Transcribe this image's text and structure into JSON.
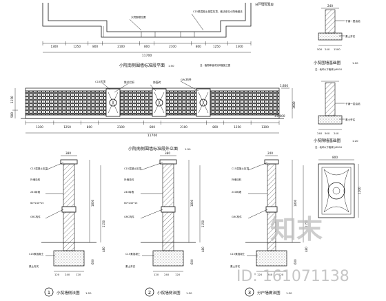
{
  "plan": {
    "title": "小院南侧围墙标准段平面",
    "scale": "1:50",
    "top_note": "分户墙标准段",
    "note_left": "大院围墙位置",
    "note_right": "C15素混凝土垫层压顶，做法参见小院墙做法",
    "note_bottom": "注：植物种植详见种植施工图",
    "dims": [
      "1300",
      "1250",
      "800",
      "2100",
      "800",
      "2100",
      "800",
      "1250",
      "1300"
    ],
    "total": "11700"
  },
  "elevation": {
    "title": "小院南侧围墙标准段外立面",
    "scale": "1:50",
    "dims": [
      "1300",
      "1250",
      "800",
      "2100",
      "800",
      "2100",
      "800",
      "1250",
      "1300"
    ],
    "total": "11700",
    "h_left": [
      "1150",
      "500"
    ],
    "level_top": "1.800",
    "level_bottom": "±0.000",
    "level_right": "1600",
    "labels": [
      "C15压顶",
      "铁艺栏杆",
      "饰面砖",
      "GRC构件"
    ]
  },
  "found_a": {
    "title": "小院围墙基础图",
    "scale": "1:20",
    "dims": [
      "240",
      "500",
      "240",
      "1500"
    ],
    "notes": [
      "干铺一层油毡",
      "素土夯实"
    ],
    "sub": "注：地坪以下墙体为MU10"
  },
  "found_b": {
    "title": "小院隔墙基础图",
    "scale": "1:20",
    "dims": [
      "240",
      "500",
      "240"
    ],
    "notes": [
      "干铺一层油毡",
      "素土夯实"
    ],
    "sub": "注：地坪以下墙体为MU10"
  },
  "sections": [
    {
      "num": "1",
      "title": "小院墙侧法图",
      "scale": "1:20",
      "top": "380",
      "base": [
        "120",
        "240",
        "120"
      ],
      "heights": [
        "1800",
        "1150",
        "480",
        "600"
      ]
    },
    {
      "num": "2",
      "title": "小院墙侧法图",
      "scale": "1:20",
      "top": "380",
      "base": [
        "120",
        "240",
        "120"
      ],
      "heights": [
        "1800",
        "1150",
        "480",
        "600"
      ]
    },
    {
      "num": "3",
      "title": "分户墙做法图",
      "scale": "1:20",
      "top": "240",
      "base": [
        "120",
        "240",
        "120"
      ],
      "heights": [
        "1800",
        "1150",
        "480",
        "600"
      ]
    }
  ],
  "section_notes": [
    "C15混凝土压顶",
    "外墙涂料",
    "240砖墙",
    "GRC构件",
    "C15素混凝土",
    "素土夯实",
    "60*240*15"
  ],
  "gate": {
    "dims": [
      "800",
      "1200"
    ]
  },
  "watermark": {
    "logo": "知末",
    "id": "ID: 161071138"
  }
}
